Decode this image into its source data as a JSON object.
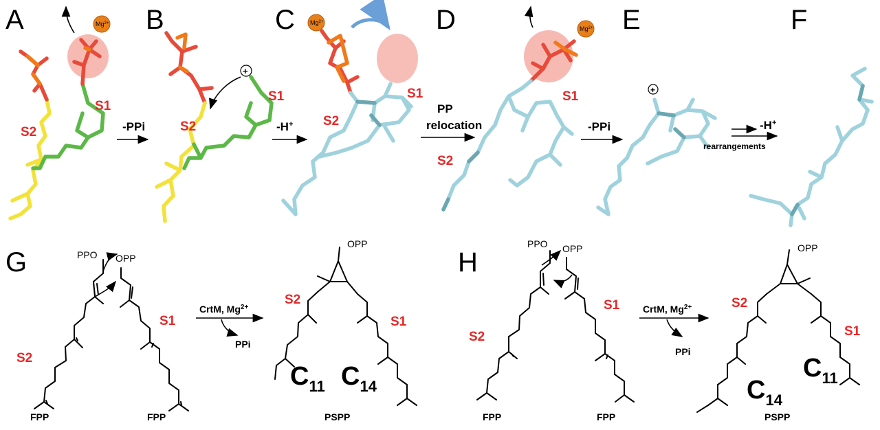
{
  "panels": {
    "A": "A",
    "B": "B",
    "C": "C",
    "D": "D",
    "E": "E",
    "F": "F",
    "G": "G",
    "H": "H"
  },
  "sites": {
    "s1": "S1",
    "s2": "S2"
  },
  "steps": {
    "ab": "-PPi",
    "bc": "-H",
    "bc_sup": "+",
    "cd_line1": "PP",
    "cd_line2": "relocation",
    "de": "-PPi",
    "ef": "-H",
    "ef_sup": "+",
    "ef_sub": "rearrangements"
  },
  "ions": {
    "mg": "Mg",
    "mg_sup": "2+",
    "plus": "+"
  },
  "reaction": {
    "enzyme": "CrtM, Mg",
    "enzyme_sup": "2+",
    "byproduct": "PPi",
    "ppo": "PPO",
    "opp": "OPP",
    "substrate": "FPP",
    "product": "PSPP",
    "c_letter": "C",
    "c11": "11",
    "c14": "14"
  },
  "colors": {
    "site_label": "#e62828",
    "fpp_yellow": "#f2e23a",
    "fpp_green": "#5cb847",
    "intermediate_cyan": "#9fd2dd",
    "phosphate_red": "#e84a3a",
    "phosphate_orange": "#f07a1a",
    "magnesium": "#e8801a",
    "pocket_pink": "#f4a39a",
    "curved_arrow_blue": "#6a9fd8"
  }
}
